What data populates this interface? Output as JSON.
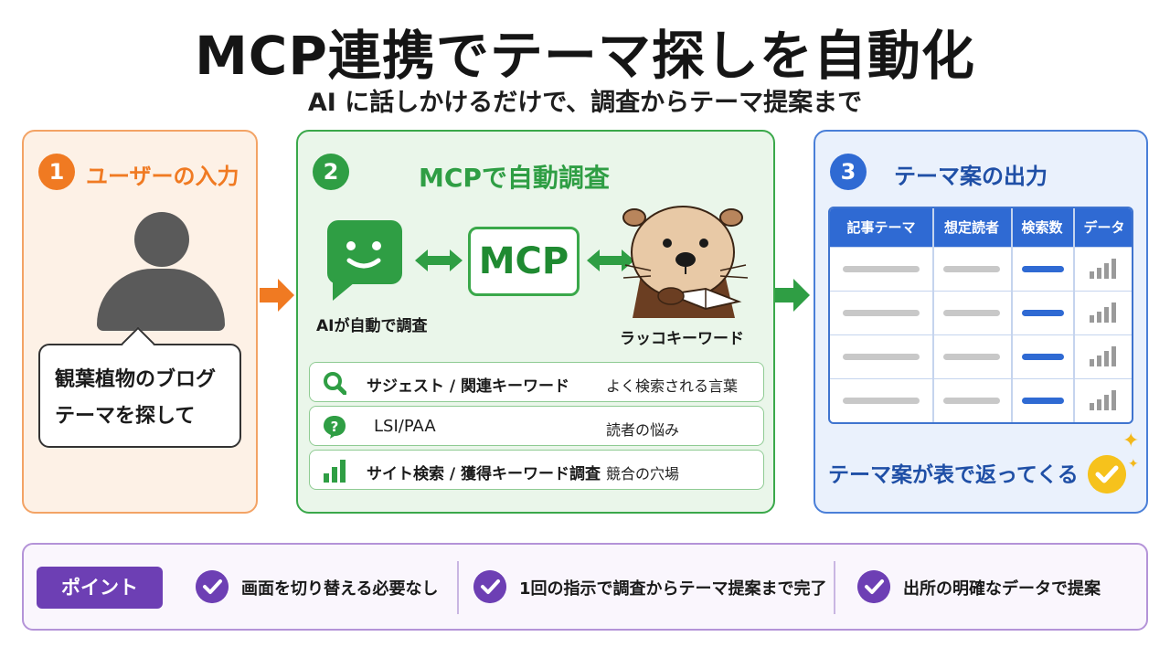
{
  "title": "MCP連携でテーマ探しを自動化",
  "subtitle": "AI に話しかけるだけで、調査からテーマ提案まで",
  "colors": {
    "orange": "#f07a22",
    "green": "#2f9e44",
    "blue": "#2f6ad3",
    "purple": "#6d3fb4",
    "yellow": "#f6c21c"
  },
  "step1": {
    "number": "1",
    "heading": "ユーザーの入力",
    "icon": "user-icon",
    "bubble_lines": [
      "観葉植物のブログ",
      "テーマを探して"
    ]
  },
  "step2": {
    "number": "2",
    "heading": "MCPで自動調査",
    "ai_label": "AIが自動で調査",
    "mcp_label": "MCP",
    "otter_label": "ラッコキーワード",
    "features": [
      {
        "icon": "search-icon",
        "label": "サジェスト / 関連キーワード",
        "desc": "よく検索される言葉"
      },
      {
        "icon": "question-icon",
        "label": "LSI/PAA",
        "desc": "読者の悩み"
      },
      {
        "icon": "bar-chart-icon",
        "label": "サイト検索 / 獲得キーワード調査",
        "desc": "競合の穴場"
      }
    ]
  },
  "step3": {
    "number": "3",
    "heading": "テーマ案の出力",
    "table_headers": [
      "記事テーマ",
      "想定読者",
      "検索数",
      "データ"
    ],
    "row_count_note": "",
    "result_text": "テーマ案が表で返ってくる"
  },
  "points": {
    "badge": "ポイント",
    "items": [
      "画面を切り替える必要なし",
      "1回の指示で調査からテーマ提案まで完了",
      "出所の明確なデータで提案"
    ]
  }
}
